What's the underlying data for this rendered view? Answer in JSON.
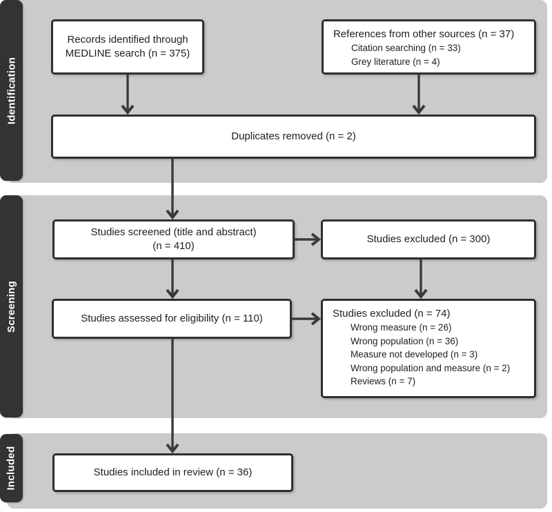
{
  "figure": {
    "stages": [
      {
        "label": "Identification"
      },
      {
        "label": "Screening"
      },
      {
        "label": "Included"
      }
    ],
    "boxes": {
      "records": {
        "line1": "Records identified through",
        "line2": "MEDLINE search (n = 375)"
      },
      "other_sources": {
        "title": "References from other sources (n = 37)",
        "items": [
          "Citation searching (n = 33)",
          "Grey literature (n = 4)"
        ]
      },
      "duplicates": {
        "text": "Duplicates removed (n = 2)"
      },
      "screened": {
        "line1": "Studies screened (title and abstract)",
        "line2": "(n = 410)"
      },
      "excluded_screening": {
        "text": "Studies excluded (n = 300)"
      },
      "assessed": {
        "text": "Studies assessed for eligibility (n = 110)"
      },
      "excluded_eligibility": {
        "title": "Studies excluded (n = 74)",
        "items": [
          "Wrong measure (n = 26)",
          "Wrong population (n = 36)",
          "Measure not developed (n = 3)",
          "Wrong population and measure (n = 2)",
          "Reviews (n = 7)"
        ]
      },
      "included": {
        "text": "Studies included in review (n = 36)"
      }
    },
    "colors": {
      "sidebar": "#333333",
      "panel": "#cbcbcb",
      "box_border": "#2e2e2e",
      "arrow": "#3a3a3a"
    }
  }
}
